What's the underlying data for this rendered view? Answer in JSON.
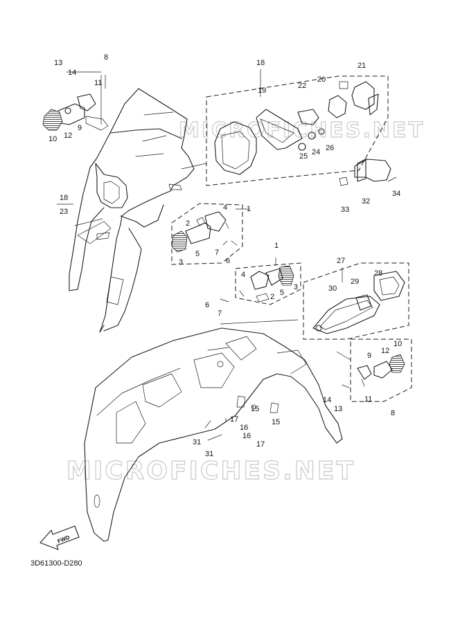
{
  "diagram_code": "3D61300-D280",
  "fwd_label": "FWD",
  "watermark": "MICROFICHES.NET",
  "callouts": [
    "1",
    "2",
    "3",
    "4",
    "5",
    "6",
    "7",
    "8",
    "9",
    "10",
    "11",
    "12",
    "13",
    "14",
    "15",
    "16",
    "17",
    "18",
    "19",
    "20",
    "21",
    "22",
    "23",
    "24",
    "25",
    "26",
    "27",
    "28",
    "29",
    "30",
    "31",
    "32",
    "33",
    "34"
  ]
}
